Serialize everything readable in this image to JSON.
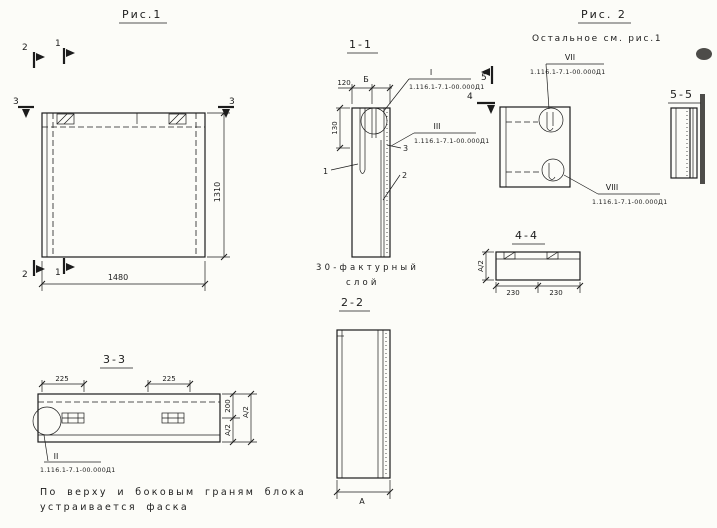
{
  "fig1": {
    "title": "Рис.1",
    "dims": {
      "width": "1480",
      "height": "1310"
    },
    "markers": {
      "m1_top": "1",
      "m2_top": "2",
      "m1_bottom": "1",
      "m2_bottom": "2",
      "m3_left": "3",
      "m3_right": "3"
    }
  },
  "sec11": {
    "title": "1-1",
    "dims": {
      "d120": "120",
      "db": "Б",
      "d130": "130"
    },
    "part_labels": {
      "p1": "1",
      "p2": "2",
      "p3": "3"
    },
    "callout_I": {
      "label": "I",
      "ref": "1.116.1-7.1-00.000Д1"
    },
    "callout_III": {
      "label": "III",
      "ref": "1.116.1-7.1-00.000Д1"
    },
    "note": {
      "line1": "30-фактурный",
      "line2": "слой"
    }
  },
  "sec22": {
    "title": "2-2",
    "dim_a": "А"
  },
  "fig2": {
    "title": "Рис. 2",
    "subtitle": "Остальное см. рис.1",
    "markers": {
      "m4": "4",
      "m5": "5"
    },
    "callout_VII": {
      "label": "VII",
      "ref": "1.116.1-7.1-00.000Д1"
    },
    "callout_VIII": {
      "label": "VIII",
      "ref": "1.116.1-7.1-00.000Д1"
    }
  },
  "sec55": {
    "title": "5-5"
  },
  "sec44": {
    "title": "4-4",
    "dims": {
      "a2": "А/2",
      "d230_left": "230",
      "d230_right": "230"
    }
  },
  "sec33": {
    "title": "3-3",
    "dims": {
      "d225_left": "225",
      "d225_right": "225",
      "d200": "200",
      "a2_outer": "А/2",
      "a2_lower": "А/2"
    },
    "callout_II": {
      "label": "II",
      "ref": "1.116.1-7.1-00.000Д1"
    }
  },
  "footer": {
    "line1": "По верху и боковым граням блока",
    "line2": "устраивается фаска"
  }
}
